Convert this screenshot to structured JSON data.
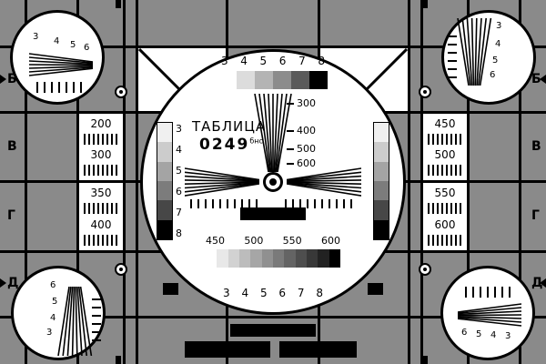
{
  "card": {
    "title": "ТАБЛИЦА",
    "code": "0249",
    "code_sup": "бнс"
  },
  "colors": {
    "background": "#8a8a8a",
    "grid_line": "#000000",
    "panel": "#ffffff",
    "ink": "#000000",
    "grayscale_top": [
      "#ffffff",
      "#dcdcdc",
      "#b4b4b4",
      "#8c8c8c",
      "#5a5a5a",
      "#000000"
    ],
    "grayscale_left": [
      "#f0f0f0",
      "#cccccc",
      "#a4a4a4",
      "#7c7c7c",
      "#474747",
      "#000000"
    ],
    "grayscale_right": [
      "#f0f0f0",
      "#cccccc",
      "#a4a4a4",
      "#7c7c7c",
      "#474747",
      "#000000"
    ],
    "grayscale_bottom": [
      "#ffffff",
      "#e8e8e8",
      "#d2d2d2",
      "#bcbcbc",
      "#a6a6a6",
      "#909090",
      "#7a7a7a",
      "#646464",
      "#4e4e4e",
      "#383838",
      "#222222",
      "#000000"
    ]
  },
  "center": {
    "top_numbers": [
      "3",
      "4",
      "5",
      "6",
      "7",
      "8"
    ],
    "wedge_labels": [
      "300",
      "400",
      "500",
      "600"
    ],
    "left_scale_numbers": [
      "3",
      "4",
      "5",
      "6",
      "7",
      "8"
    ],
    "mid_numbers": [
      "450",
      "500",
      "550",
      "600"
    ],
    "bottom_numbers": [
      "3",
      "4",
      "5",
      "6",
      "7",
      "8"
    ]
  },
  "left_panel": {
    "box1": {
      "labels": [
        "200",
        "300"
      ]
    },
    "box2": {
      "labels": [
        "350",
        "400"
      ]
    }
  },
  "right_panel": {
    "box1": {
      "labels": [
        "450",
        "500"
      ]
    },
    "box2": {
      "labels": [
        "550",
        "600"
      ]
    }
  },
  "row_letters": [
    "Б",
    "В",
    "Г",
    "Д"
  ],
  "corners": {
    "top_left": [
      "3",
      "4",
      "5",
      "6"
    ],
    "top_right": [
      "3",
      "4",
      "5",
      "6"
    ],
    "bottom_left": [
      "6",
      "5",
      "4",
      "3"
    ],
    "bottom_right": [
      "6",
      "5",
      "4",
      "3"
    ]
  }
}
